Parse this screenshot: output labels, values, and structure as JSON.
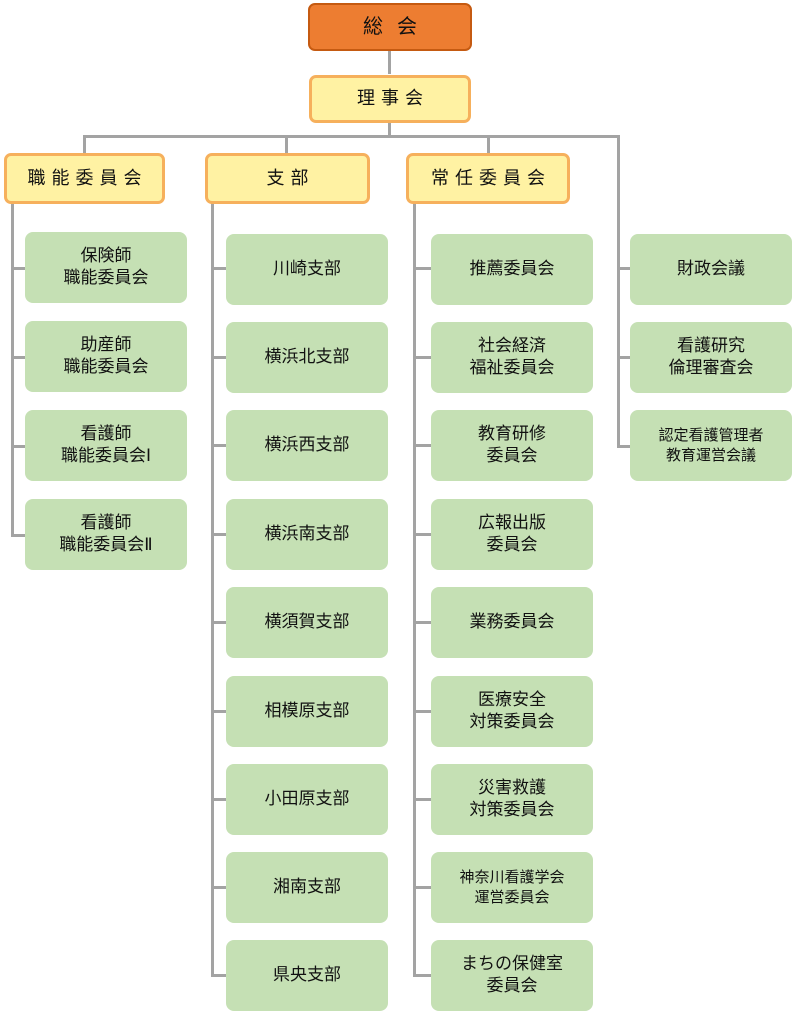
{
  "general_assembly": "総会",
  "board": "理事会",
  "committees": [
    {
      "head": "職能委員会",
      "items": [
        "保険師\n職能委員会",
        "助産師\n職能委員会",
        "看護師\n職能委員会Ⅰ",
        "看護師\n職能委員会Ⅱ"
      ]
    },
    {
      "head": "支部",
      "items": [
        "川崎支部",
        "横浜北支部",
        "横浜西支部",
        "横浜南支部",
        "横須賀支部",
        "相模原支部",
        "小田原支部",
        "湘南支部",
        "県央支部"
      ]
    },
    {
      "head": "常任委員会",
      "items": [
        "推薦委員会",
        "社会経済\n福祉委員会",
        "教育研修\n委員会",
        "広報出版\n委員会",
        "業務委員会",
        "医療安全\n対策委員会",
        "災害救護\n対策委員会",
        "神奈川看護学会\n運営委員会",
        "まちの保健室\n委員会"
      ]
    }
  ],
  "direct_bodies": [
    "財政会議",
    "看護研究\n倫理審査会",
    "認定看護管理者\n教育運営会議"
  ],
  "colors": {
    "top": "#ED7D31",
    "gold_fill": "#FFF2A3",
    "gold_border": "#F6B05C",
    "green": "#C5E0B4",
    "line": "#A3A3A3"
  }
}
